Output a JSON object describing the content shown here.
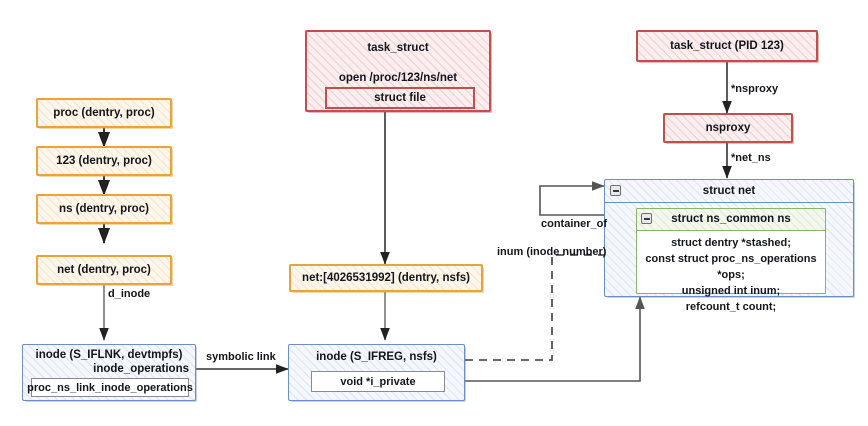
{
  "diagram": {
    "title": "proc ns net namespace resolution",
    "colors": {
      "orange": "#e8a33d",
      "red": "#c0504d",
      "blue": "#6b8fc4",
      "green": "#8ab36b",
      "connector": "#555555",
      "arrow_dark": "#222222"
    }
  },
  "dentry_chain": {
    "proc": "proc (dentry, proc)",
    "pid": "123 (dentry, proc)",
    "ns": "ns (dentry, proc)",
    "net": "net (dentry, proc)",
    "edge_label": "d_inode"
  },
  "task_open": {
    "title": "task_struct",
    "operation": "open /proc/123/ns/net",
    "inner": "struct file"
  },
  "nsfs_dentry": {
    "label": "net:[4026531992] (dentry, nsfs)"
  },
  "inode_link": {
    "title": "inode (S_IFLNK, devtmpfs)",
    "ops_label": "inode_operations",
    "ops_value": "proc_ns_link_inode_operations"
  },
  "inode_reg": {
    "title": "inode (S_IFREG, nsfs)",
    "inner": "void *i_private"
  },
  "task_pid": {
    "title": "task_struct (PID 123)",
    "edge_to_nsproxy": "*nsproxy",
    "nsproxy": "nsproxy",
    "edge_to_net": "*net_ns"
  },
  "struct_net": {
    "title": "struct net",
    "ns_common": {
      "title": "struct ns_common ns",
      "fields": [
        "struct dentry *stashed;",
        "const struct proc_ns_operations *ops;",
        "unsigned int inum;",
        "refcount_t count;"
      ]
    }
  },
  "edges": {
    "symbolic_link": "symbolic link",
    "container_of": "container_of",
    "inum": "inum (inode number)"
  }
}
